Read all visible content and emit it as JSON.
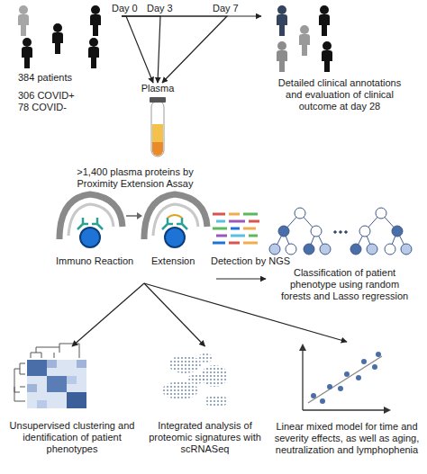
{
  "diagram": {
    "nodes": [
      {
        "text": [
          "384 patients",
          "306 COVID+ 78 COVID-"
        ]
      },
      {
        "text": [
          "Plasma"
        ]
      },
      {
        "text": [
          "Detailed clinical annotations and evaluation of clinical outcome at day 28"
        ]
      },
      {
        "text": [
          ">1,400 plasma proteins by Proximity Extension Assay"
        ]
      },
      {
        "text": [
          "Classification of patient phenotype using random forests and Lasso regression"
        ]
      },
      {
        "text": [
          "Unsupervised clustering and identification of patient phenotypes"
        ]
      },
      {
        "text": [
          "Integrated analysis of proteomic signatures with scRNASeq"
        ]
      },
      {
        "text": [
          "Linear mixed model for time and severity effects, as well as aging, neutralization and lymphophenia"
        ]
      }
    ],
    "edges": [
      {
        "from": 0,
        "to": 2,
        "arrow": "to"
      },
      {
        "from": 0,
        "to": 1,
        "label": "Day 0",
        "arrow": "to"
      },
      {
        "from": 0,
        "to": 1,
        "label": "Day 3",
        "arrow": "to"
      },
      {
        "from": 0,
        "to": 1,
        "label": "Day 7",
        "arrow": "to"
      },
      {
        "from": 3,
        "to": 4,
        "arrow": "to"
      },
      {
        "from": 3,
        "to": 5,
        "arrow": "to"
      },
      {
        "from": 3,
        "to": 6,
        "arrow": "to"
      },
      {
        "from": 3,
        "to": 7,
        "arrow": "to"
      }
    ],
    "labels": [
      "Immuno Reaction",
      "Extension",
      "Detection by NGS"
    ]
  }
}
